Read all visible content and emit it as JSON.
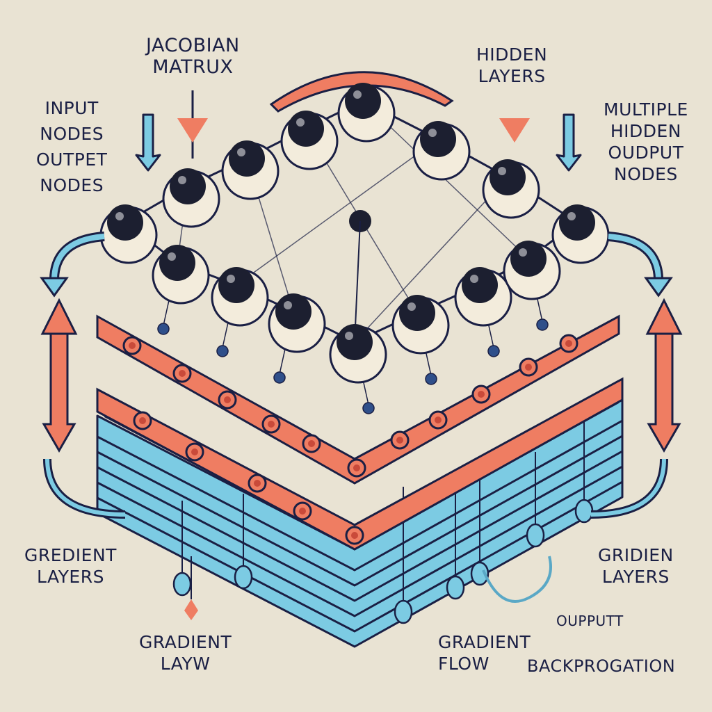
{
  "labels": {
    "jacobian": [
      "JACOBIAN",
      "MATRUX"
    ],
    "input_output": [
      "INPUT",
      "NODES",
      "OUTPET",
      "NODES"
    ],
    "hidden_layers": [
      "HIDDEN",
      "LAYERS"
    ],
    "multiple": [
      "MULTIPLE",
      "HIDDEN",
      "OUDPUT",
      "NODES"
    ],
    "gradient_layers_left": [
      "GREDIENT",
      "LAYERS"
    ],
    "gradient_layers_right": [
      "GRIDIEN",
      "LAYERS"
    ],
    "gradient_layw": [
      "GRADIENT",
      "LAYW"
    ],
    "gradient_flow": [
      "GRADIENT",
      "FLOW"
    ],
    "output": "OUPPUTT",
    "backprop": "BACKPROGATION"
  },
  "colors": {
    "background": "#e9e3d3",
    "ink": "#1a1f44",
    "salmon": "#ef7d62",
    "sky": "#7ccbe3",
    "node_shell": "#f3ecdc",
    "node_core": "#1c1f30"
  }
}
